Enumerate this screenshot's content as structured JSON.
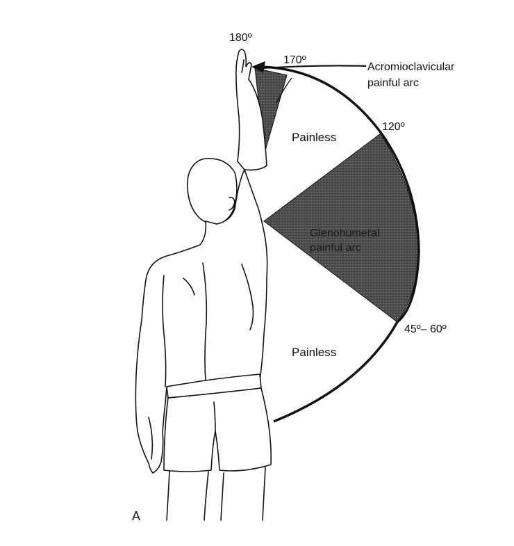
{
  "angles": {
    "a180": "180º",
    "a170": "170º",
    "a120": "120º",
    "a45_60": "45º– 60º"
  },
  "regions": {
    "acromioclavicular_line1": "Acromioclavicular",
    "acromioclavicular_line2": "painful arc",
    "glenohumeral_line1": "Glenohumeral",
    "glenohumeral_line2": "painful arc",
    "painless_upper": "Painless",
    "painless_lower": "Painless"
  },
  "figure_label": "A",
  "colors": {
    "shaded_sector": "#4a4a4a",
    "line": "#111111",
    "background": "#ffffff"
  },
  "icons": [
    "raised-arm-figure",
    "pointer-arrow"
  ]
}
